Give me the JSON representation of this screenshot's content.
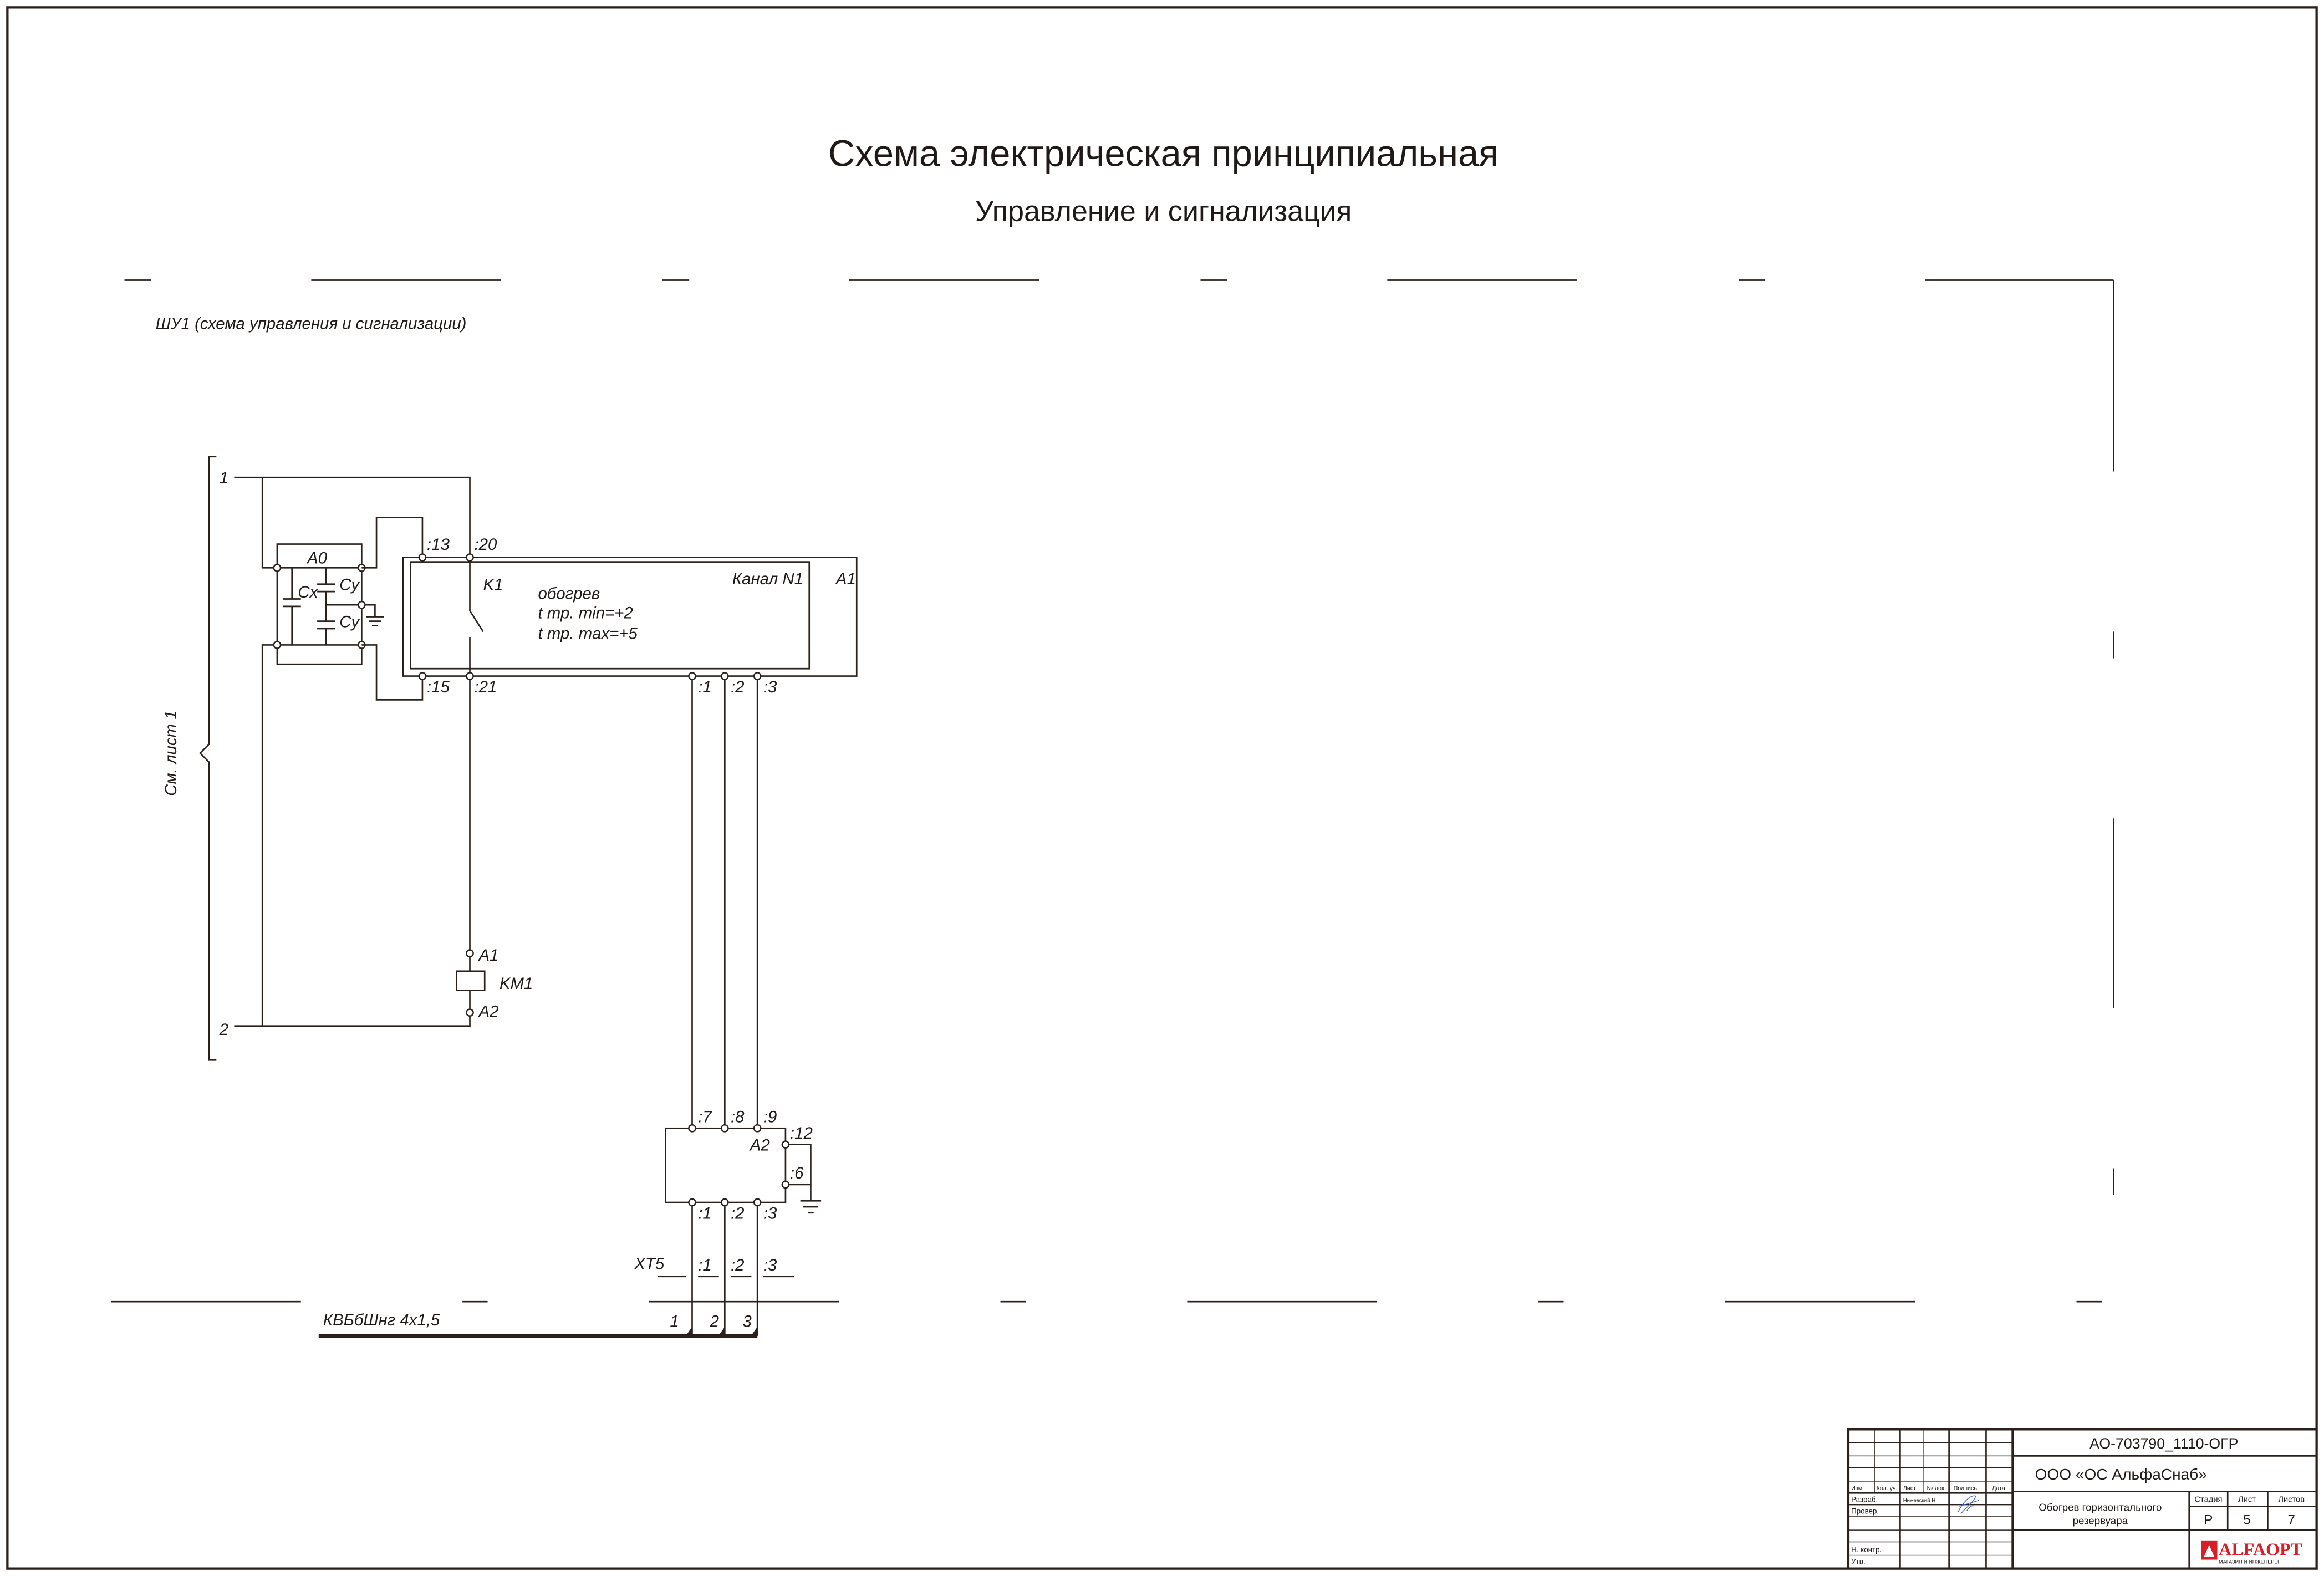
{
  "colors": {
    "ink": "#2b211c",
    "text": "#1f1a17",
    "signature": "#3d63c9",
    "logo": "#d71f27"
  },
  "title": "Схема электрическая принципиальная",
  "subtitle": "Управление и сигнализация",
  "cabinet_label": "ШУ1 (схема управления и сигнализации)",
  "sheet_reference": "См. лист 1",
  "supply_lines": [
    "1",
    "2"
  ],
  "filter_a0": {
    "designation": "A0",
    "cx": "Cx",
    "cy_top": "Cy",
    "cy_bottom": "Cy"
  },
  "controller_a1": {
    "designation": "A1",
    "channel": "Канал N1",
    "contact": "K1",
    "mode": "обогрев",
    "t_min": "t тр. min=+2",
    "t_max": "t тр. max=+5",
    "terminals": {
      "t13": ":13",
      "t20": ":20",
      "t15": ":15",
      "t21": ":21",
      "t1": ":1",
      "t2": ":2",
      "t3": ":3"
    }
  },
  "contactor_km1": {
    "designation": "KM1",
    "a1": "A1",
    "a2": "A2"
  },
  "sensor_a2": {
    "designation": "A2",
    "inputs": [
      ":7",
      ":8",
      ":9"
    ],
    "outputs": [
      ":1",
      ":2",
      ":3"
    ],
    "t12": ":12",
    "t6": ":6"
  },
  "terminal_block_xt5": {
    "designation": "XT5",
    "terminals": [
      ":1",
      ":2",
      ":3"
    ]
  },
  "cable": {
    "mark": "КВБбШнг 4х1,5",
    "cores": [
      "1",
      "2",
      "3"
    ]
  },
  "title_block": {
    "document_code": "АО-703790_1110-ОГР",
    "company": "ООО «ОС АльфаСнаб»",
    "object_name": [
      "Обогрев горизонтального",
      "резервуара"
    ],
    "column_headers": [
      "Изм.",
      "Кол. уч",
      "Лист",
      "№ док.",
      "Подпись",
      "Дата"
    ],
    "roles": [
      "Разраб.",
      "Провер.",
      "Н. контр.",
      "Утв."
    ],
    "developer": "Нижевский Н.",
    "stage_headers": [
      "Стадия",
      "Лист",
      "Листов"
    ],
    "stage": "Р",
    "sheet": "5",
    "sheets_total": "7",
    "logo": {
      "name": "ALFAOPT",
      "tagline": "МАГАЗИН И ИНЖЕНЕРЫ"
    }
  }
}
